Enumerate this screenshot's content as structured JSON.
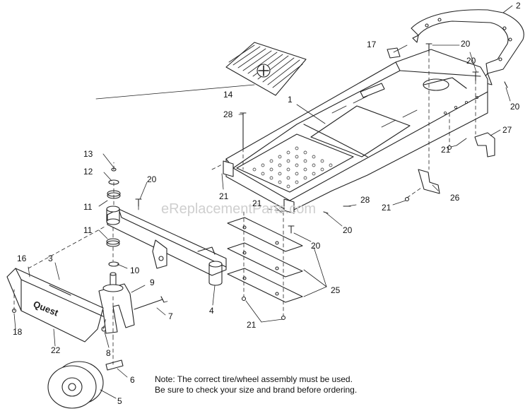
{
  "watermark": "eReplacementParts.com",
  "brand_text": "Quest",
  "note": {
    "line1": "Note: The correct tire/wheel assembly must be used.",
    "line2": "Be sure to check your size and brand before ordering."
  },
  "callouts": {
    "c1": "1",
    "c2": "2",
    "c3": "3",
    "c4": "4",
    "c5": "5",
    "c6": "6",
    "c7": "7",
    "c8": "8",
    "c9": "9",
    "c10": "10",
    "c11a": "11",
    "c11b": "11",
    "c12": "12",
    "c13": "13",
    "c14": "14",
    "c16": "16",
    "c17": "17",
    "c18": "18",
    "c20a": "20",
    "c20b": "20",
    "c20c": "20",
    "c20d": "20",
    "c20e": "20",
    "c20f": "20",
    "c21a": "21",
    "c21b": "21",
    "c21c": "21",
    "c21d": "21",
    "c21e": "21",
    "c22": "22",
    "c25": "25",
    "c26": "26",
    "c27": "27",
    "c28a": "28",
    "c28b": "28"
  }
}
